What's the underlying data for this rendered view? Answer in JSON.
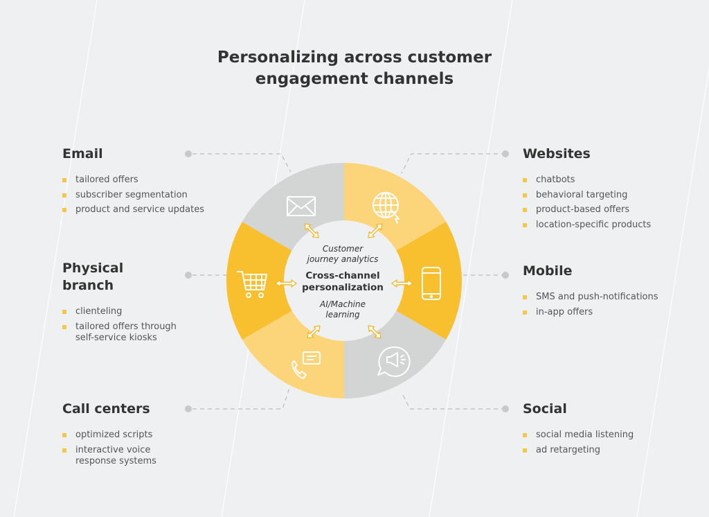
{
  "title_lines": [
    "Personalizing across customer",
    "engagement channels"
  ],
  "center": {
    "top_lines": [
      "Customer",
      "journey analytics"
    ],
    "main_lines": [
      "Cross-channel",
      "personalization"
    ],
    "bottom_lines": [
      "AI/Machine",
      "learning"
    ]
  },
  "channels": {
    "email": {
      "title_lines": [
        "Email"
      ],
      "items": [
        "tailored offers",
        "subscriber segmentation",
        "product and service updates"
      ]
    },
    "physical": {
      "title_lines": [
        "Physical",
        "branch"
      ],
      "items": [
        "clienteling",
        "tailored offers through\nself-service kiosks"
      ]
    },
    "call": {
      "title_lines": [
        "Call centers"
      ],
      "items": [
        "optimized scripts",
        "interactive voice\nresponse systems"
      ]
    },
    "websites": {
      "title_lines": [
        "Websites"
      ],
      "items": [
        "chatbots",
        "behavioral targeting",
        "product-based offers",
        "location-specific products"
      ]
    },
    "mobile": {
      "title_lines": [
        "Mobile"
      ],
      "items": [
        "SMS and push-notifications",
        "in-app offers"
      ]
    },
    "social": {
      "title_lines": [
        "Social"
      ],
      "items": [
        "social media listening",
        "ad retargeting"
      ]
    }
  },
  "ring_segments": [
    {
      "channel": "websites",
      "color": "#fcd57a",
      "icon": "globe-icon"
    },
    {
      "channel": "mobile",
      "color": "#f8bf2f",
      "icon": "smartphone-icon"
    },
    {
      "channel": "social",
      "color": "#d3d4d4",
      "icon": "megaphone-chat-icon"
    },
    {
      "channel": "call",
      "color": "#fcd57a",
      "icon": "phone-chat-icon"
    },
    {
      "channel": "physical",
      "color": "#f8bf2f",
      "icon": "shopping-cart-icon"
    },
    {
      "channel": "email",
      "color": "#d3d4d4",
      "icon": "envelope-icon"
    }
  ],
  "colors": {
    "background": "#eef0f1",
    "accent": "#f6c64a",
    "heading": "#333333",
    "body_text": "#555555",
    "connector": "#bcbcbc"
  }
}
